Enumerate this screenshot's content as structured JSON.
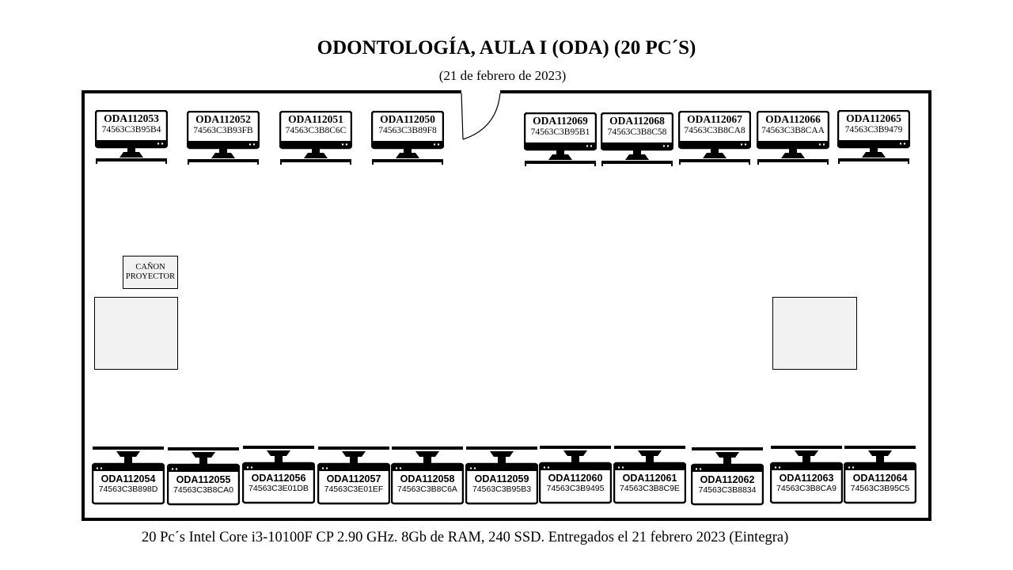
{
  "title": "ODONTOLOGÍA, AULA I (ODA) (20 PC´S)",
  "date": "(21 de febrero de 2023)",
  "projector": {
    "line1": "CAÑON",
    "line2": "PROYECTOR"
  },
  "top_pcs": [
    {
      "name": "ODA112053",
      "mac": "74563C3B95B4"
    },
    {
      "name": "ODA112052",
      "mac": "74563C3B93FB"
    },
    {
      "name": "ODA112051",
      "mac": "74563C3B8C6C"
    },
    {
      "name": "ODA112050",
      "mac": "74563C3B89F8"
    },
    {
      "name": "ODA112069",
      "mac": "74563C3B95B1"
    },
    {
      "name": "ODA112068",
      "mac": "74563C3B8C58"
    },
    {
      "name": "ODA112067",
      "mac": "74563C3B8CA8"
    },
    {
      "name": "ODA112066",
      "mac": "74563C3B8CAA"
    },
    {
      "name": "ODA112065",
      "mac": "74563C3B9479"
    }
  ],
  "bottom_pcs": [
    {
      "name": "ODA112054",
      "mac": "74563C3B898D"
    },
    {
      "name": "ODA112055",
      "mac": "74563C3B8CA0"
    },
    {
      "name": "ODA112056",
      "mac": "74563C3E01DB"
    },
    {
      "name": "ODA112057",
      "mac": "74563C3E01EF"
    },
    {
      "name": "ODA112058",
      "mac": "74563C3B8C6A"
    },
    {
      "name": "ODA112059",
      "mac": "74563C3B95B3"
    },
    {
      "name": "ODA112060",
      "mac": "74563C3B9495"
    },
    {
      "name": "ODA112061",
      "mac": "74563C3B8C9E"
    },
    {
      "name": "ODA112062",
      "mac": "74563C3B8834"
    },
    {
      "name": "ODA112063",
      "mac": "74563C3B8CA9"
    },
    {
      "name": "ODA112064",
      "mac": "74563C3B95C5"
    }
  ],
  "footer": "20 Pc´s Intel Core i3-10100F CP  2.90 GHz. 8Gb de RAM, 240 SSD. Entregados el 21 febrero 2023 (Eintegra)",
  "icons": {
    "computer": "desktop-computer-icon",
    "door": "door-swing-icon"
  },
  "colors": {
    "border": "#000000",
    "table_fill": "#f2f2f2"
  }
}
